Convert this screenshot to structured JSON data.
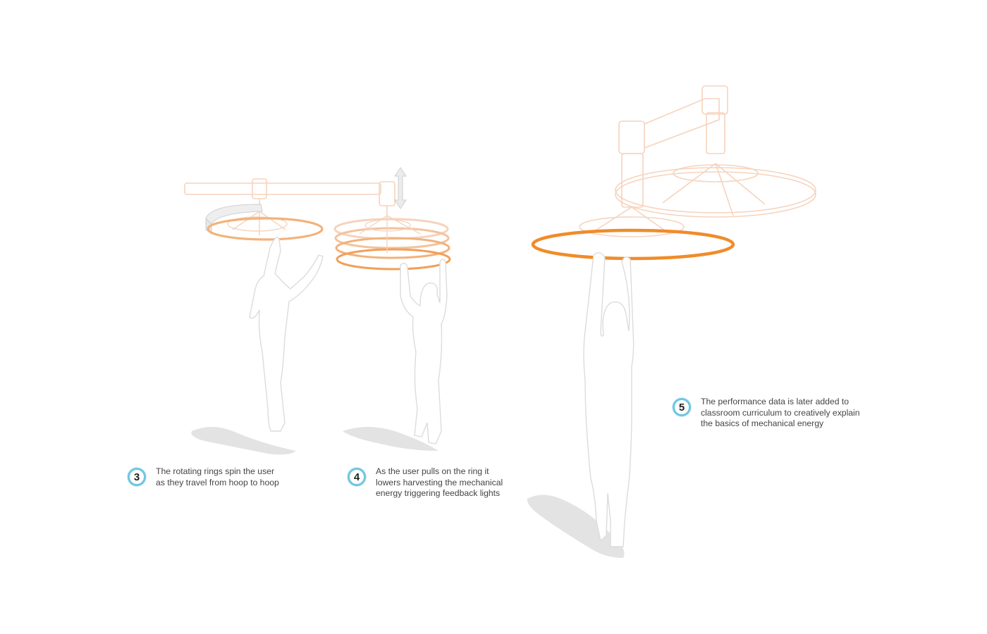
{
  "steps": [
    {
      "number": "3",
      "lines": [
        "The rotating rings spin the user",
        "as they travel from hoop to hoop"
      ]
    },
    {
      "number": "4",
      "lines": [
        "As the user pulls on the ring it",
        "lowers harvesting the mechanical",
        "energy triggering feedback lights"
      ]
    },
    {
      "number": "5",
      "lines": [
        "The performance data is later added to",
        "classroom curriculum to creatively explain",
        "the basics of mechanical energy"
      ]
    }
  ],
  "colors": {
    "accent_orange": "#f08c2a",
    "light_orange": "#f3b27a",
    "faint_orange": "#f6d3bd",
    "silhouette": "#e4e4e4",
    "shadow": "#e1e1e1",
    "badge_ring": "#6fc6e0"
  }
}
